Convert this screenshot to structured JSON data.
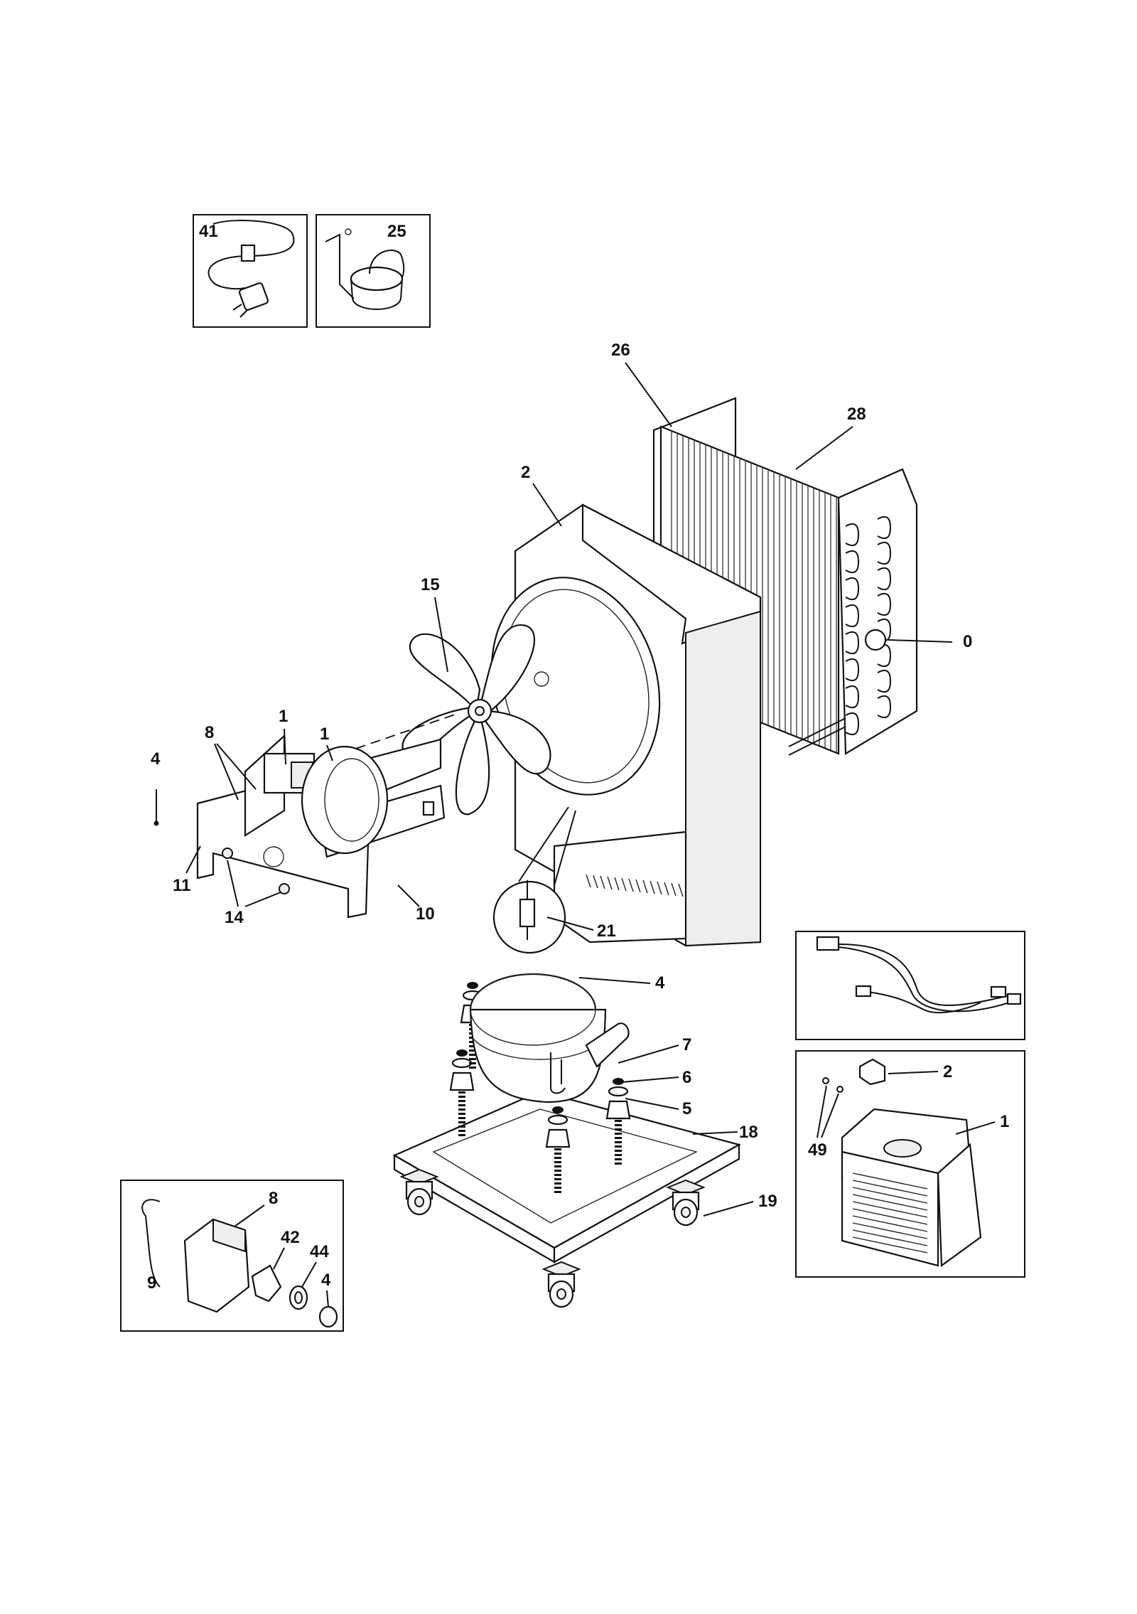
{
  "callouts": {
    "c41": "41",
    "c25": "25",
    "c26": "26",
    "c28": "28",
    "c2_housing": "2",
    "c15": "15",
    "c0": "0",
    "c1_switch": "1",
    "c1_motor": "1",
    "c8_top": "8",
    "c4_screw": "4",
    "c11": "11",
    "c14": "14",
    "c10": "10",
    "c21": "21",
    "c4_compressor": "4",
    "c7": "7",
    "c6": "6",
    "c5": "5",
    "c18": "18",
    "c19": "19",
    "c8_box": "8",
    "c42": "42",
    "c44": "44",
    "c9": "9",
    "c4_box": "4",
    "c2_bucket": "2",
    "c1_bucket": "1",
    "c49": "49"
  }
}
